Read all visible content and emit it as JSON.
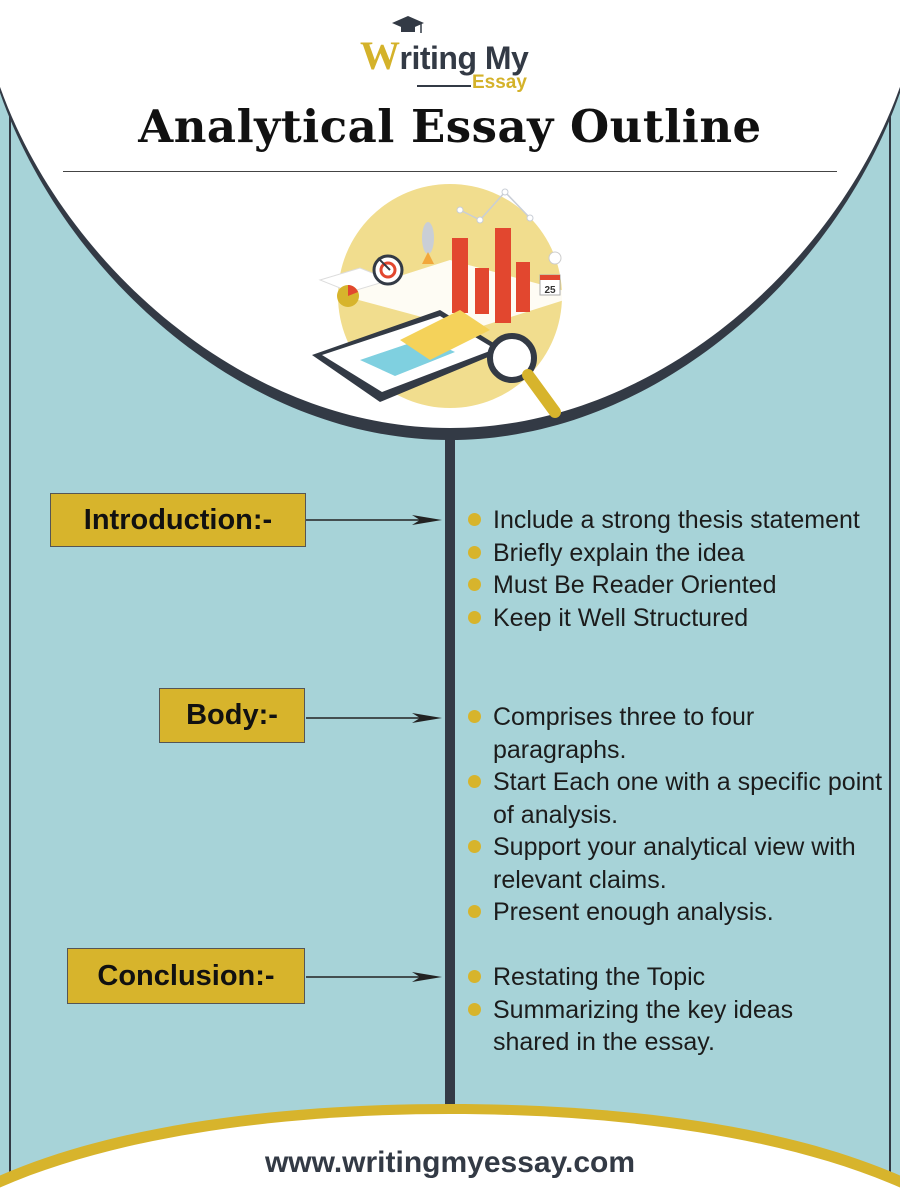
{
  "logo": {
    "brand_initial": "W",
    "brand_rest": "riting My",
    "brand_sub": "Essay",
    "cap_icon": "graduation-cap-icon"
  },
  "title": "Analytical Essay Outline",
  "illustration": {
    "calendar_day": "25",
    "icon": "analytics-magnifier-illustration"
  },
  "sections": [
    {
      "label": "Introduction:-",
      "bullets": [
        "Include a strong thesis statement",
        "Briefly explain the idea",
        "Must Be Reader Oriented",
        "Keep it Well Structured"
      ]
    },
    {
      "label": "Body:-",
      "bullets": [
        "Comprises three to four paragraphs.",
        "Start Each one with a specific point of analysis.",
        "Support your analytical view with relevant claims.",
        "Present enough analysis."
      ]
    },
    {
      "label": "Conclusion:-",
      "bullets": [
        "Restating the Topic",
        "Summarizing the key ideas shared in the essay."
      ]
    }
  ],
  "footer_url": "www.writingmyessay.com",
  "colors": {
    "background": "#a7d3d8",
    "accent": "#d7b42c",
    "dark": "#333a45",
    "white": "#ffffff"
  }
}
